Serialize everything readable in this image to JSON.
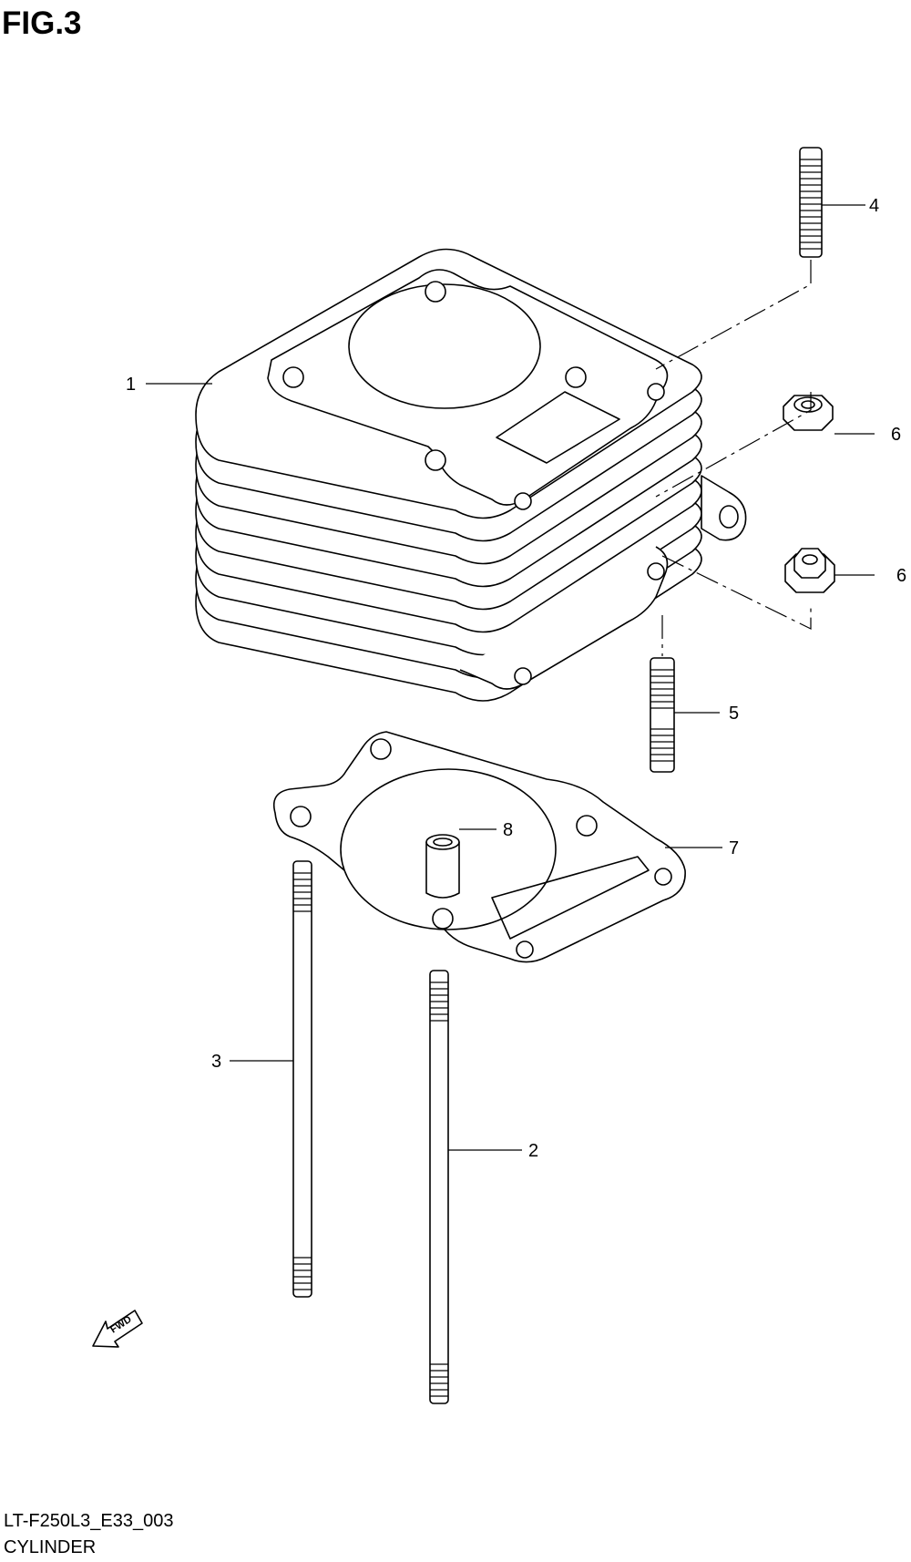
{
  "figure": {
    "title": "FIG.3",
    "code": "LT-F250L3_E33_003",
    "name": "CYLINDER"
  },
  "direction_marker": {
    "label": "FWD",
    "icon": "fwd-arrow-icon"
  },
  "callouts": [
    {
      "id": "1",
      "label": "1"
    },
    {
      "id": "2",
      "label": "2"
    },
    {
      "id": "3",
      "label": "3"
    },
    {
      "id": "4",
      "label": "4"
    },
    {
      "id": "5",
      "label": "5"
    },
    {
      "id": "6a",
      "label": "6"
    },
    {
      "id": "6b",
      "label": "6"
    },
    {
      "id": "7",
      "label": "7"
    },
    {
      "id": "8",
      "label": "8"
    }
  ]
}
